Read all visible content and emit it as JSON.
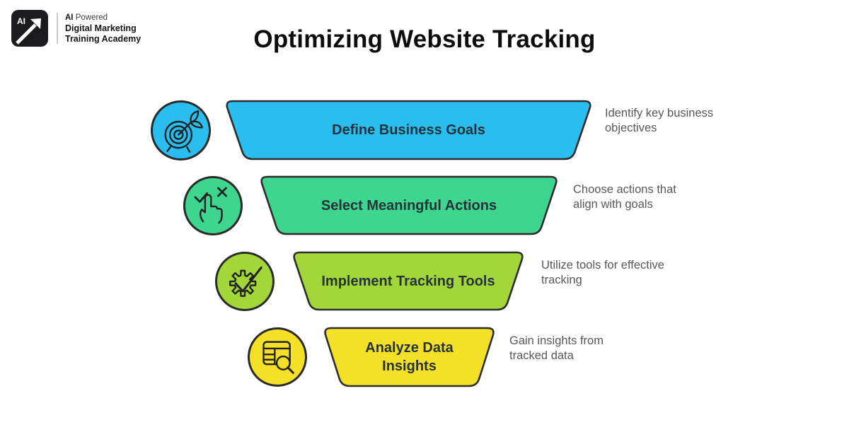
{
  "logo": {
    "badge_text": "AI",
    "tagline_bold": "AI",
    "tagline_rest": " Powered",
    "line2": "Digital Marketing",
    "line3": "Training Academy"
  },
  "title": "Optimizing Website Tracking",
  "colors": {
    "outline": "#2d2d2d",
    "label_text": "#263238",
    "description_text": "#58585a"
  },
  "funnel": {
    "steps": [
      {
        "icon": "target-dart-icon",
        "label": "Define Business Goals",
        "description": "Identify key business\nobjectives",
        "color": "#29bdf0"
      },
      {
        "icon": "hand-select-icon",
        "label": "Select Meaningful Actions",
        "description": "Choose actions that\nalign with goals",
        "color": "#3ed68e"
      },
      {
        "icon": "gear-check-icon",
        "label": "Implement Tracking Tools",
        "description": "Utilize tools for effective\ntracking",
        "color": "#a3d639"
      },
      {
        "icon": "table-search-icon",
        "label": "Analyze Data Insights",
        "description": "Gain insights from\ntracked data",
        "color": "#f4e026"
      }
    ]
  }
}
